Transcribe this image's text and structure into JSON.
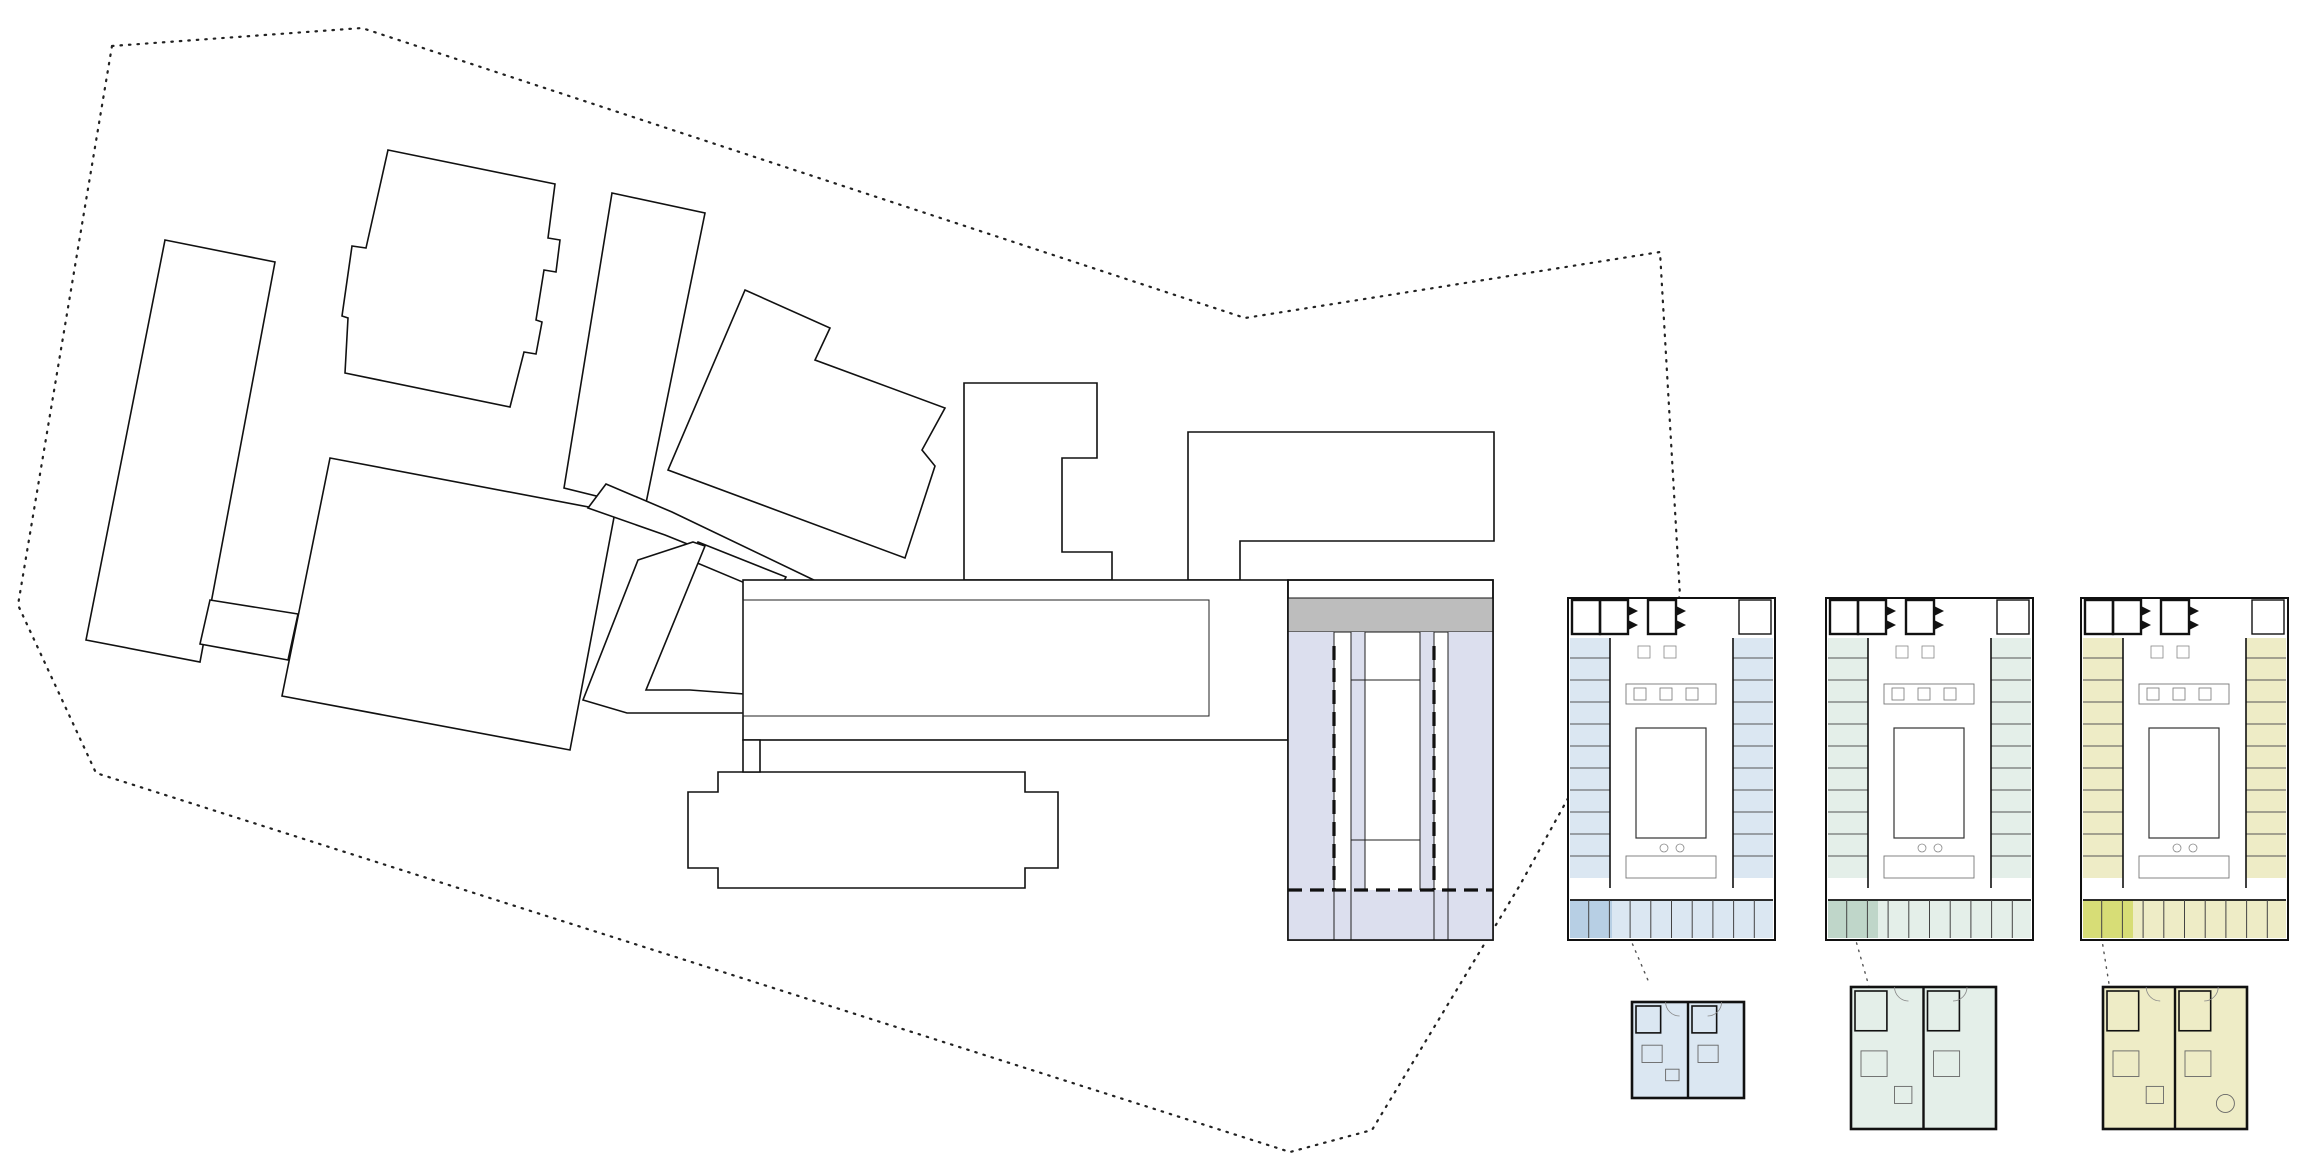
{
  "drawing": {
    "type": "architectural site plan with typical floor plans and unit plans",
    "line_color": "#111111",
    "background": "#ffffff",
    "scheme_colors": {
      "selected_block": "#dcdfee",
      "selected_block_band": "#bdbdbd",
      "scheme_a": "#dbe7f2",
      "scheme_a_highlight": "#b7cfe4",
      "scheme_b": "#e4efe9",
      "scheme_b_highlight": "#bfd6c9",
      "scheme_c": "#eeecc6",
      "scheme_c_highlight": "#d7dd76"
    },
    "floor_plans": [
      {
        "scheme": "a",
        "fill": "scheme_a"
      },
      {
        "scheme": "b",
        "fill": "scheme_b"
      },
      {
        "scheme": "c",
        "fill": "scheme_c"
      }
    ],
    "unit_plans": [
      {
        "scheme": "a",
        "fill": "scheme_a"
      },
      {
        "scheme": "b",
        "fill": "scheme_b"
      },
      {
        "scheme": "c",
        "fill": "scheme_c"
      }
    ]
  }
}
